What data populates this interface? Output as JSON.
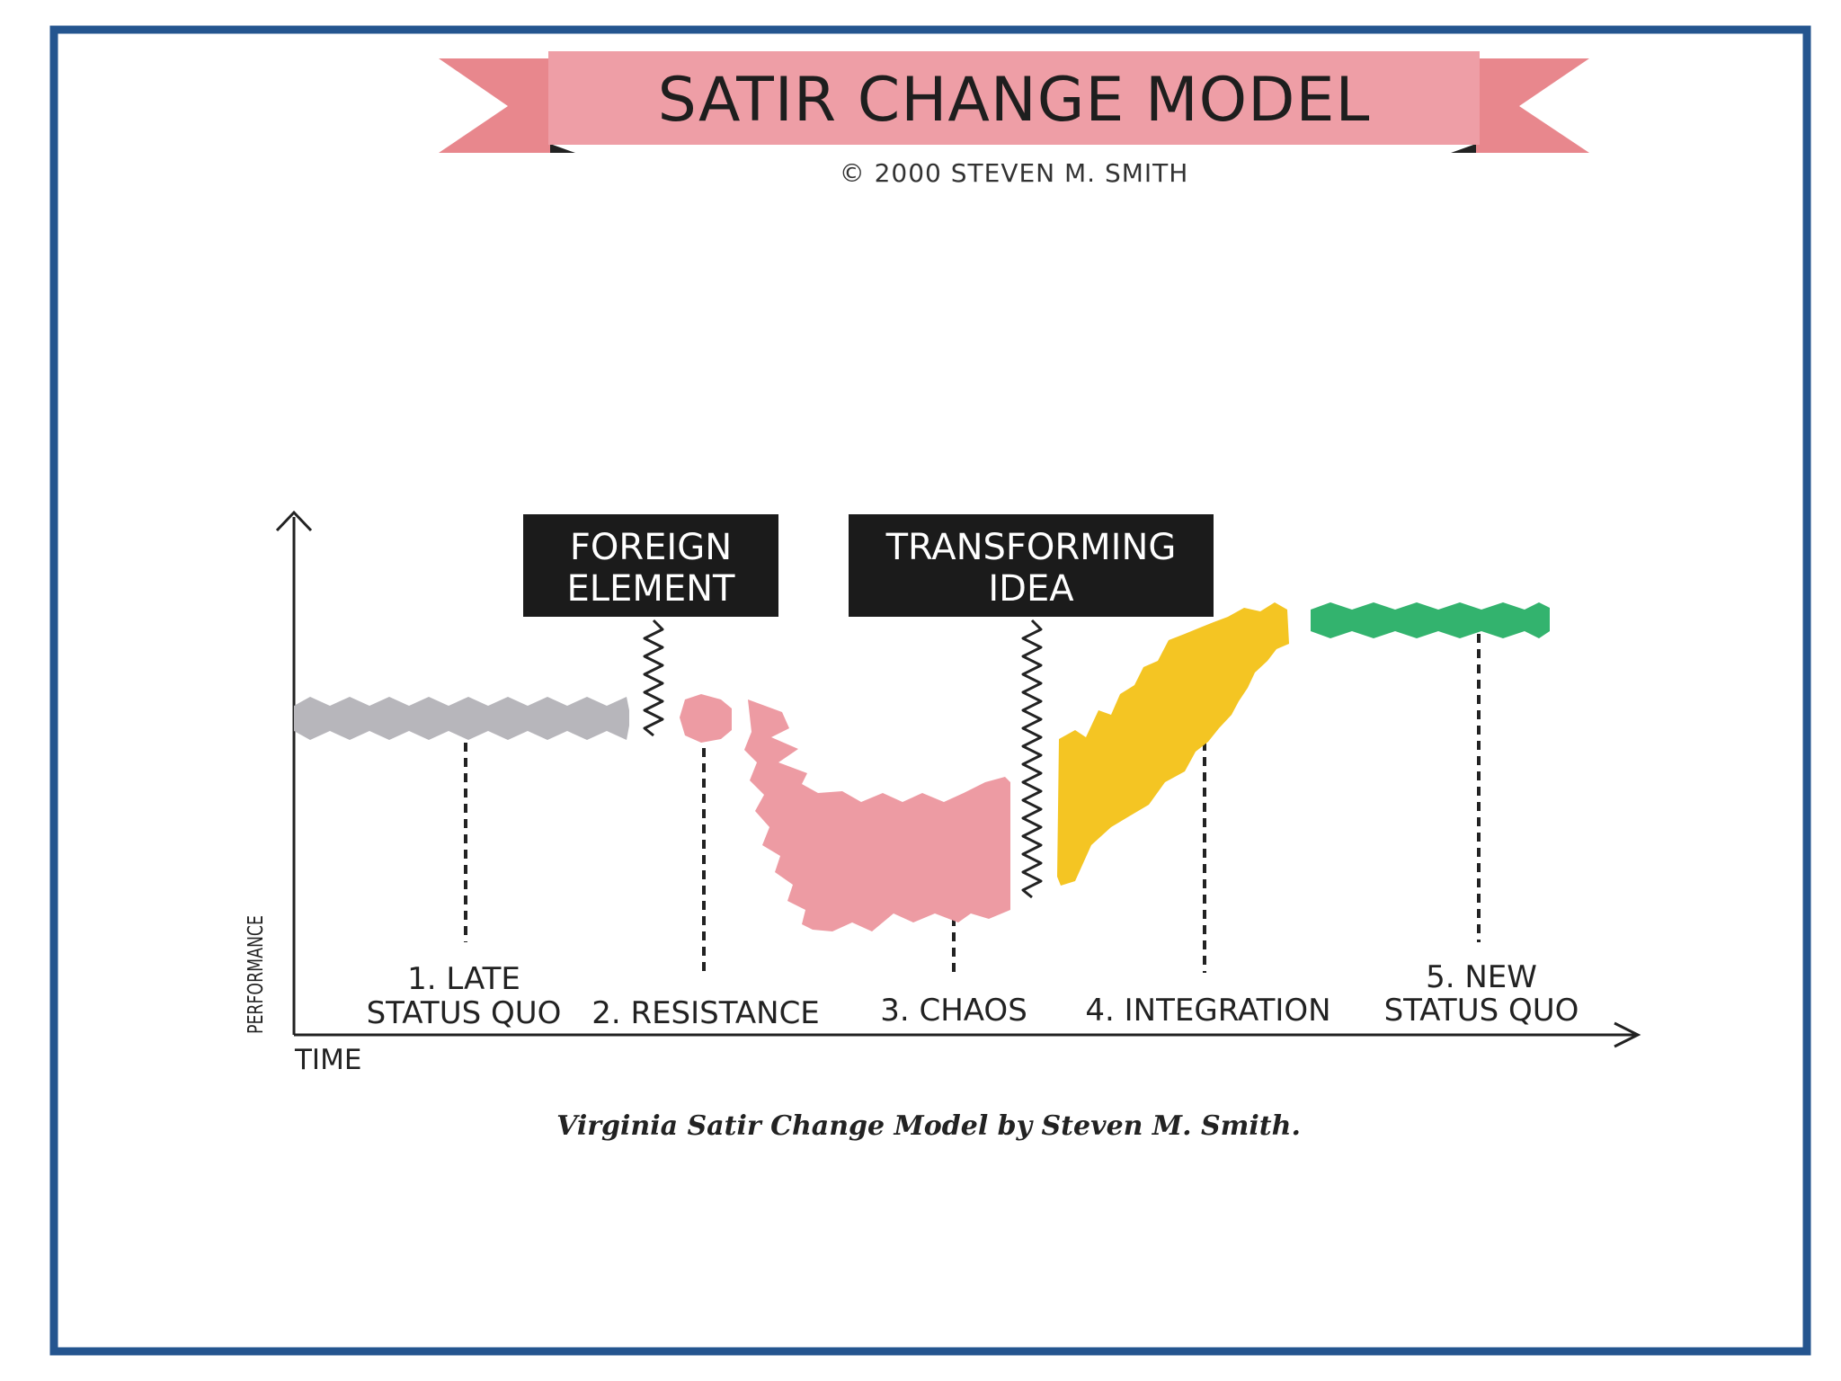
{
  "title": "SATIR CHANGE MODEL",
  "copyright": "© 2000 STEVEN M. SMITH",
  "axes": {
    "y_label": "PERFORMANCE",
    "x_label": "TIME"
  },
  "callouts": {
    "foreign_element": [
      "FOREIGN",
      "ELEMENT"
    ],
    "transforming_idea": [
      "TRANSFORMING",
      "IDEA"
    ]
  },
  "stages": {
    "late_status_quo": [
      "1. LATE",
      "STATUS QUO"
    ],
    "resistance": [
      "2. RESISTANCE"
    ],
    "chaos": [
      "3. CHAOS"
    ],
    "integration": [
      "4. INTEGRATION"
    ],
    "new_status_quo": [
      "5. NEW",
      "STATUS QUO"
    ]
  },
  "caption": "Virginia Satir Change Model by Steven M. Smith.",
  "colors": {
    "frame": "#24558f",
    "banner": "#ee9ea6",
    "banner_tail": "#e8878d",
    "late_status_quo": "#b7b6bb",
    "resistance_chaos": "#ed9ba3",
    "integration": "#f4c523",
    "new_status_quo": "#33b36e",
    "callout_bg": "#1b1b1b",
    "ink": "#222222"
  }
}
